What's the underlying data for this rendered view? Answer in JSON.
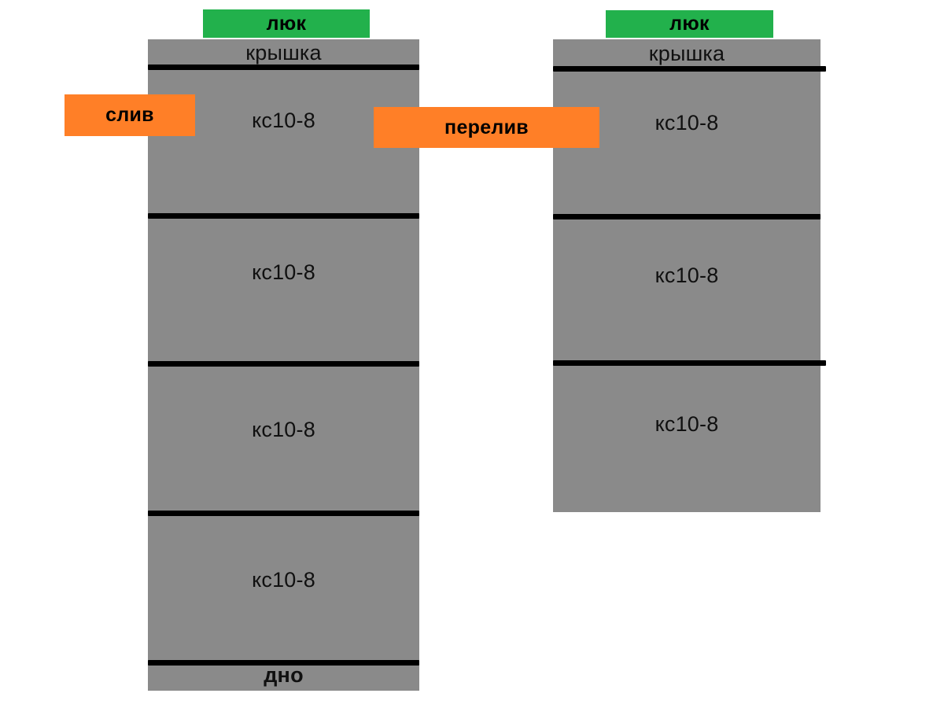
{
  "diagram": {
    "title": "Septic tank two-chamber concrete ring schematic",
    "colors": {
      "concrete_gray": "#8a8a8a",
      "hatch_green": "#22b14c",
      "pipe_orange": "#ff7f27",
      "rule_black": "#000000",
      "background": "#ffffff"
    }
  },
  "left_well": {
    "name": "well-left",
    "hatch_label": "люк",
    "cover_label": "крышка",
    "bottom_label": "дно",
    "rings": [
      {
        "label": "кс10-8"
      },
      {
        "label": "кс10-8"
      },
      {
        "label": "кс10-8"
      },
      {
        "label": "кс10-8"
      }
    ]
  },
  "right_well": {
    "name": "well-right",
    "hatch_label": "люк",
    "cover_label": "крышка",
    "rings": [
      {
        "label": "кс10-8"
      },
      {
        "label": "кс10-8"
      },
      {
        "label": "кс10-8"
      }
    ]
  },
  "pipes": {
    "drain_label": "слив",
    "overflow_label": "перелив"
  }
}
